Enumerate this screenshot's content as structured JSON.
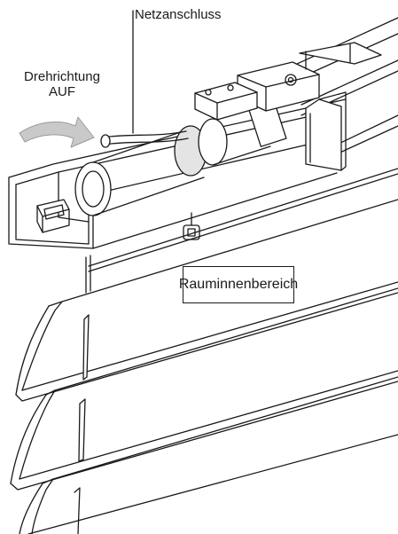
{
  "labels": {
    "power_connection": "Netzanschluss",
    "rotation_direction_line1": "Drehrichtung",
    "rotation_direction_line2": "AUF",
    "interior_area": "Rauminnenbereich"
  },
  "colors": {
    "line": "#1a1a1a",
    "arrow_fill": "#c9c9c9",
    "shade": "#e4e4e4",
    "background": "#ffffff"
  }
}
